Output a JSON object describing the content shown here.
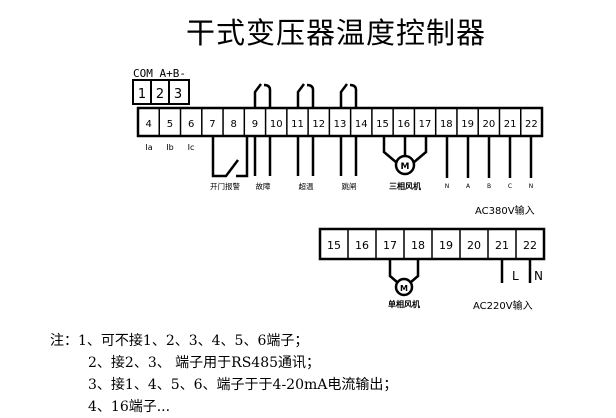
{
  "title": "干式变压器温度控制器",
  "com_label": "COM A+B-",
  "com_terminals": [
    "1",
    "2",
    "3"
  ],
  "main_terminals": [
    "4",
    "5",
    "6",
    "7",
    "8",
    "9",
    "10",
    "11",
    "12",
    "13",
    "14",
    "15",
    "16",
    "17",
    "18",
    "19",
    "20",
    "21",
    "22"
  ],
  "current_labels": [
    "Ia",
    "Ib",
    "Ic"
  ],
  "function_labels": {
    "door_alarm": "开门报警",
    "fault": "故障",
    "over_temp": "超温",
    "trip": "跳闸",
    "three_phase_fan": "三相风机",
    "phase_n": "N",
    "phase_a": "A",
    "phase_b": "B",
    "phase_c": "C",
    "phase_n2": "N"
  },
  "ac380_label": "AC380V输入",
  "fan_symbol": "M",
  "single_terminals": [
    "15",
    "16",
    "17",
    "18",
    "19",
    "20",
    "21",
    "22"
  ],
  "single_fan_label": "单相风机",
  "line_l": "L",
  "line_n": "N",
  "ac220_label": "AC220V输入",
  "notes": {
    "n1": "注：1、可不接1、2、3、4、5、6端子；",
    "n2": "2、接2、3、 端子用于RS485通讯；",
    "n3": "3、接1、4、5、6、端子于于4-20mA电流输出；",
    "n4": "4、16端子..."
  }
}
